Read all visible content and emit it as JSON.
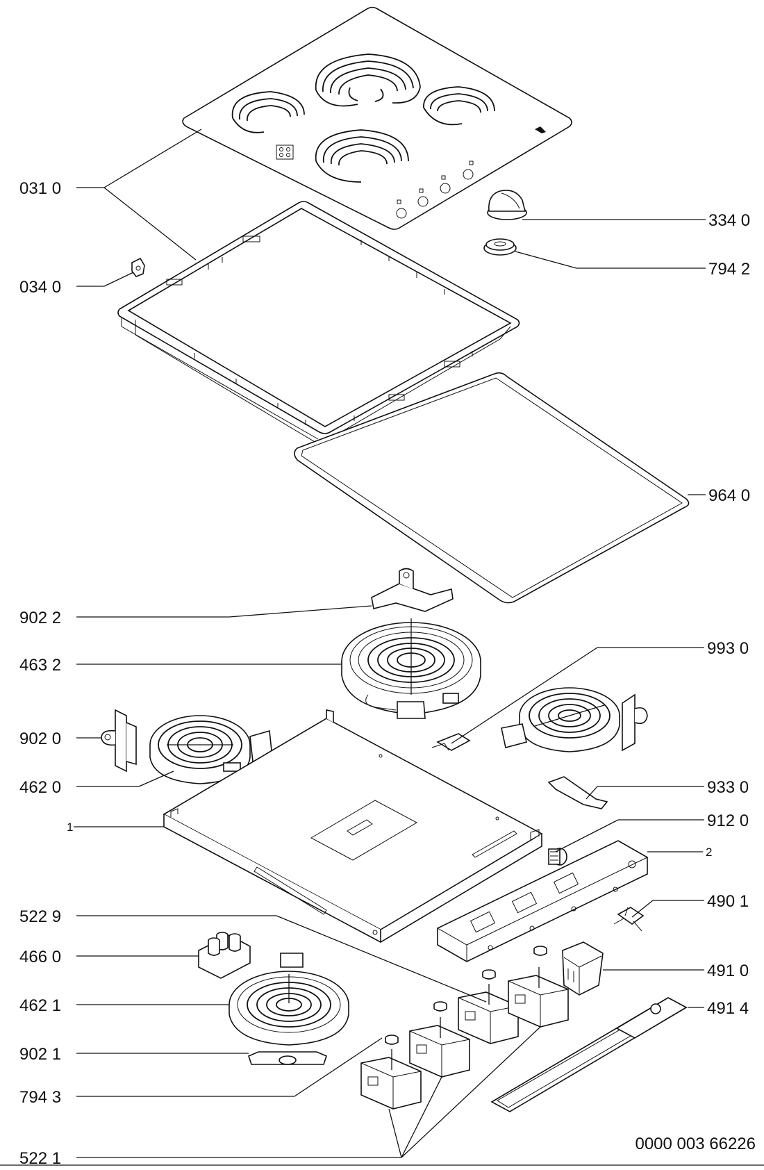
{
  "labels": {
    "l0310": "031 0",
    "l0340": "034 0",
    "l3340": "334 0",
    "l7942": "794 2",
    "l9640": "964 0",
    "l9022": "902 2",
    "l4632": "463 2",
    "l9930": "993 0",
    "l9020": "902 0",
    "l4620": "462 0",
    "l9330": "933 0",
    "l1": "1",
    "l9120": "912 0",
    "l2": "2",
    "l5229": "522 9",
    "l4901": "490 1",
    "l4660": "466 0",
    "l4910": "491 0",
    "l4621": "462 1",
    "l4914": "491 4",
    "l9021": "902 1",
    "l7943": "794 3",
    "l5221": "522 1"
  },
  "drawing_number": "0000 003 66226"
}
